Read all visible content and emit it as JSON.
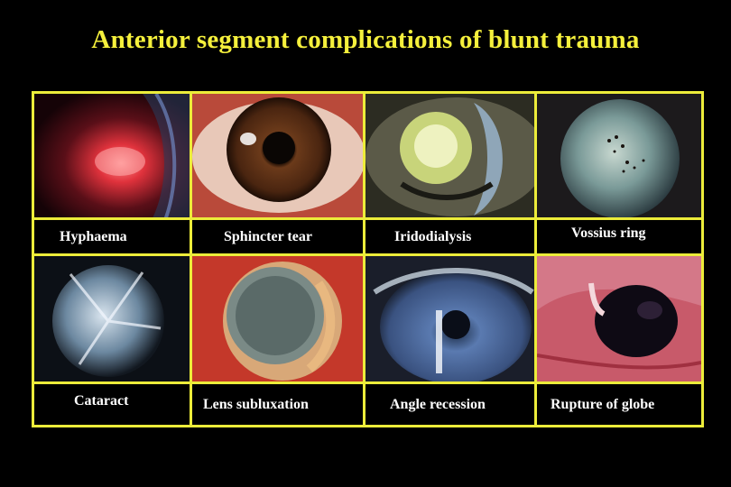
{
  "slide": {
    "title": "Anterior segment complications of blunt trauma"
  },
  "panels": [
    {
      "label": "Hyphaema"
    },
    {
      "label": "Sphincter tear"
    },
    {
      "label": "Iridodialysis"
    },
    {
      "label": "Vossius ring"
    },
    {
      "label": "Cataract"
    },
    {
      "label": "Lens subluxation"
    },
    {
      "label": "Angle recession"
    },
    {
      "label": "Rupture of globe"
    }
  ],
  "colors": {
    "title": "#f5f03c",
    "grid_border": "#ecec3a",
    "label_text": "#ffffff",
    "background": "#000000"
  }
}
